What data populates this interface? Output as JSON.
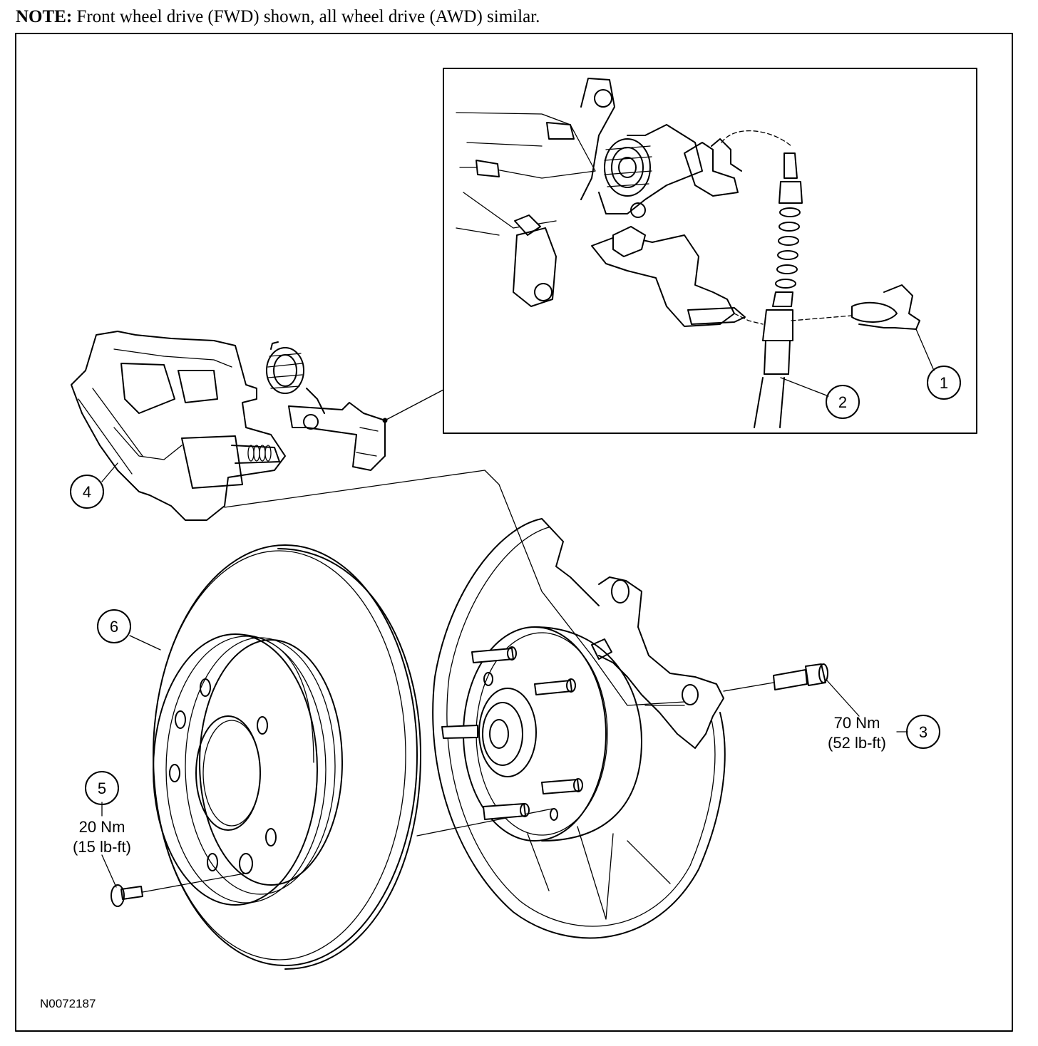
{
  "note": {
    "label": "NOTE:",
    "text": "Front wheel drive (FWD) shown, all wheel drive (AWD) similar."
  },
  "callouts": {
    "c1": "1",
    "c2": "2",
    "c3": "3",
    "c4": "4",
    "c5": "5",
    "c6": "6"
  },
  "torques": {
    "t3_nm": "70 Nm",
    "t3_lbft": "(52 lb-ft)",
    "t5_nm": "20 Nm",
    "t5_lbft": "(15 lb-ft)"
  },
  "reference_code": "N0072187"
}
